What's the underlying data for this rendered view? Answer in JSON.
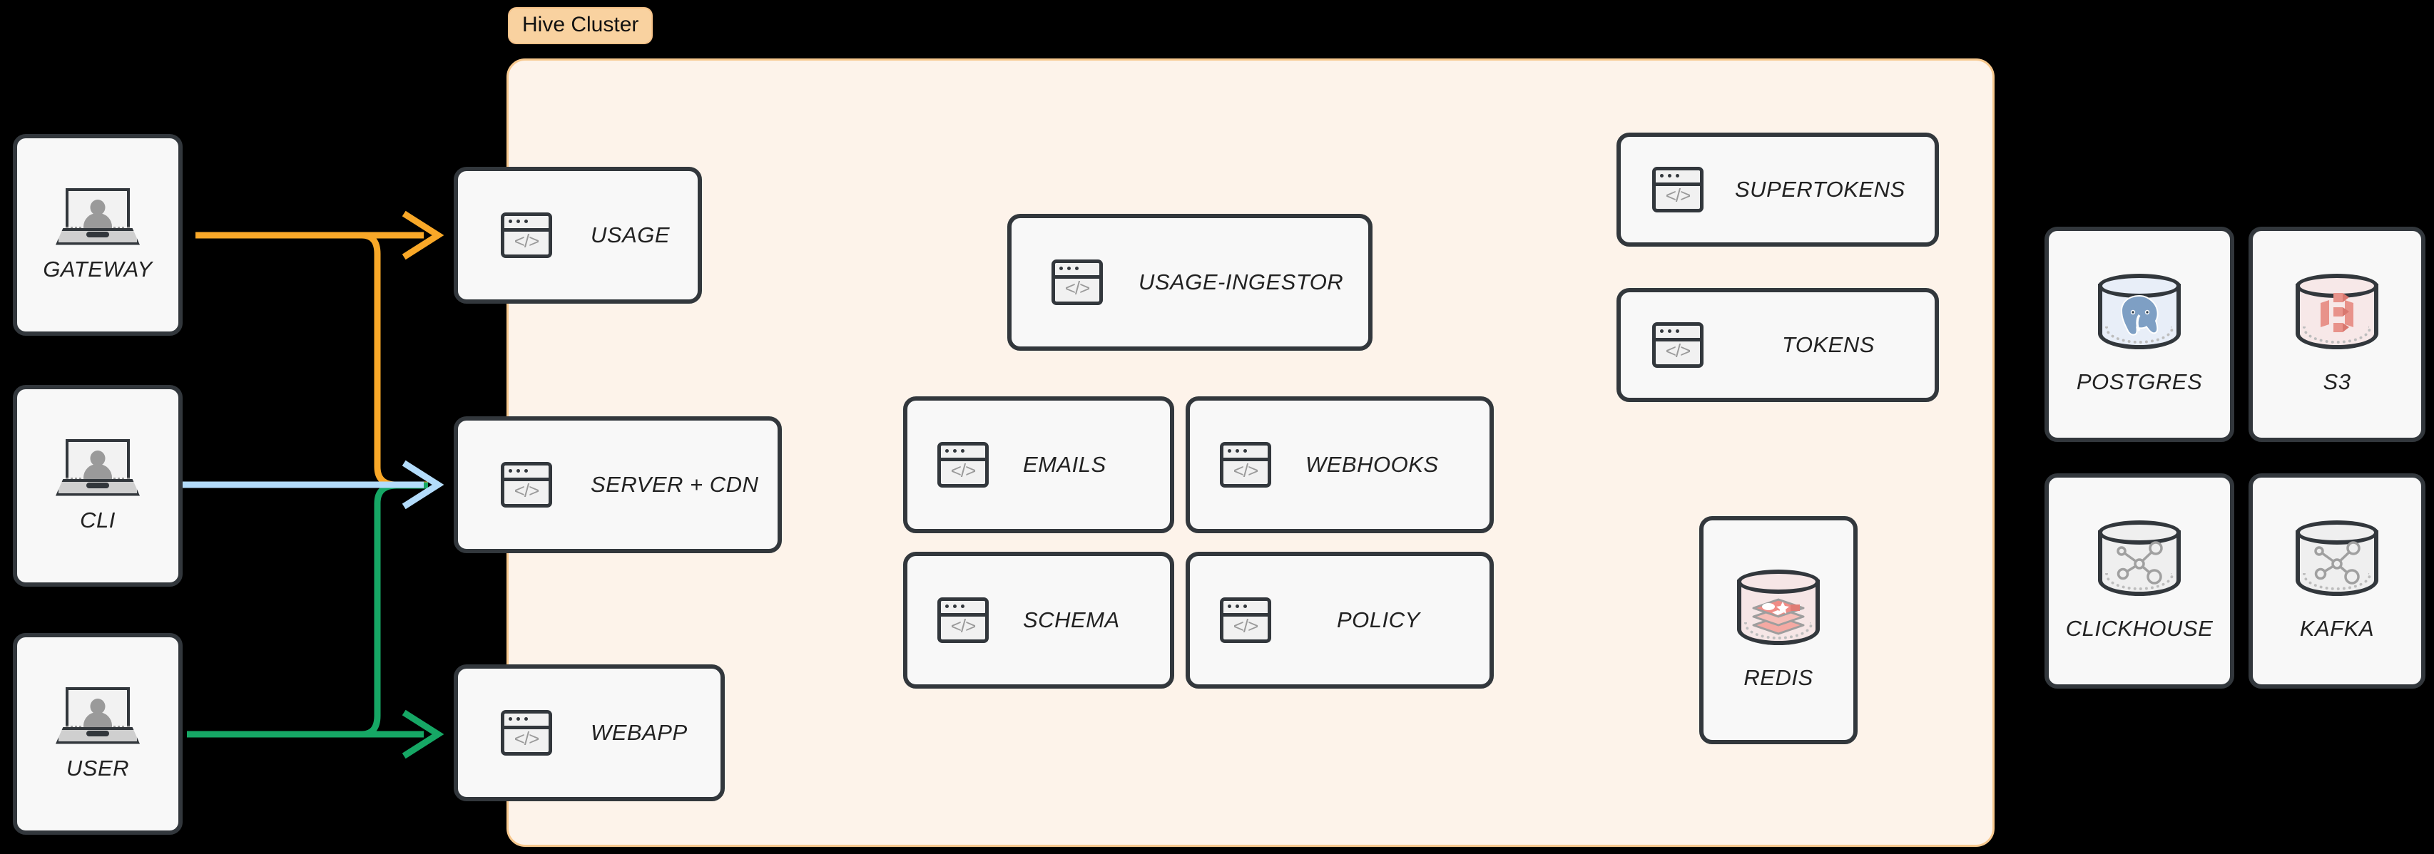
{
  "cluster": {
    "badge_label": "Hive Cluster",
    "panel_bg": "#FDF3EA",
    "panel_border": "#F7C88E",
    "badge_bg": "#F9D2A0"
  },
  "canvas": {
    "background": "#000000"
  },
  "actors": [
    {
      "id": "gateway",
      "label": "GATEWAY",
      "icon": "laptop-user-icon"
    },
    {
      "id": "cli",
      "label": "CLI",
      "icon": "laptop-user-icon"
    },
    {
      "id": "user",
      "label": "USER",
      "icon": "laptop-user-icon"
    }
  ],
  "edge_services": [
    {
      "id": "usage",
      "label": "USAGE",
      "icon": "code-window-icon"
    },
    {
      "id": "server-cdn",
      "label": "SERVER + CDN",
      "icon": "code-window-icon"
    },
    {
      "id": "webapp",
      "label": "WEBAPP",
      "icon": "code-window-icon"
    }
  ],
  "core_services": [
    {
      "id": "usage-ingestor",
      "label": "USAGE-INGESTOR",
      "icon": "code-window-icon"
    },
    {
      "id": "emails",
      "label": "EMAILS",
      "icon": "code-window-icon"
    },
    {
      "id": "webhooks",
      "label": "WEBHOOKS",
      "icon": "code-window-icon"
    },
    {
      "id": "schema",
      "label": "SCHEMA",
      "icon": "code-window-icon"
    },
    {
      "id": "policy",
      "label": "POLICY",
      "icon": "code-window-icon"
    }
  ],
  "auth_services": [
    {
      "id": "supertokens",
      "label": "SUPERTOKENS",
      "icon": "code-window-icon"
    },
    {
      "id": "tokens",
      "label": "TOKENS",
      "icon": "code-window-icon"
    }
  ],
  "in_cluster_stores": [
    {
      "id": "redis",
      "label": "REDIS",
      "icon": "redis-cylinder-icon",
      "fill": "#F6E6E6"
    }
  ],
  "external_stores": [
    {
      "id": "postgres",
      "label": "POSTGRES",
      "icon": "postgres-cylinder-icon",
      "fill": "#E8EEF8"
    },
    {
      "id": "s3",
      "label": "S3",
      "icon": "s3-cylinder-icon",
      "fill": "#F7E8E8"
    },
    {
      "id": "clickhouse",
      "label": "CLICKHOUSE",
      "icon": "clickhouse-cylinder-icon",
      "fill": "#EFEFEF"
    },
    {
      "id": "kafka",
      "label": "KAFKA",
      "icon": "kafka-cylinder-icon",
      "fill": "#EFEFEF"
    }
  ],
  "connections": [
    {
      "from": "gateway",
      "to": "usage",
      "color": "#F9A828",
      "style": "straight-arrow"
    },
    {
      "from": "gateway",
      "to": "server-cdn",
      "color": "#F9A828",
      "style": "elbow-down-arrow"
    },
    {
      "from": "cli",
      "to": "server-cdn",
      "color": "#B3DCFB",
      "style": "straight-arrow"
    },
    {
      "from": "user",
      "to": "webapp",
      "color": "#16A765",
      "style": "straight-arrow"
    },
    {
      "from": "user",
      "to": "server-cdn",
      "color": "#16A765",
      "style": "elbow-up-arrow"
    }
  ],
  "colors": {
    "orange": "#F9A828",
    "blue": "#B3DCFB",
    "green": "#16A765",
    "node_border": "#32373C",
    "node_fill": "#F8F8F8"
  },
  "code_glyph": "</>"
}
